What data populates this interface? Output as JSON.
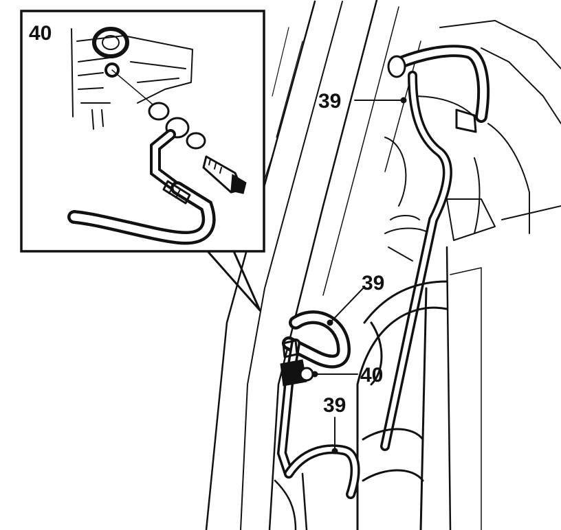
{
  "callouts": {
    "inset_label": "40",
    "upper_hose": "39",
    "middle_hose": "39",
    "union_fitting": "40",
    "lower_hose": "39"
  },
  "colors": {
    "ink": "#111111",
    "paper": "#ffffff"
  }
}
